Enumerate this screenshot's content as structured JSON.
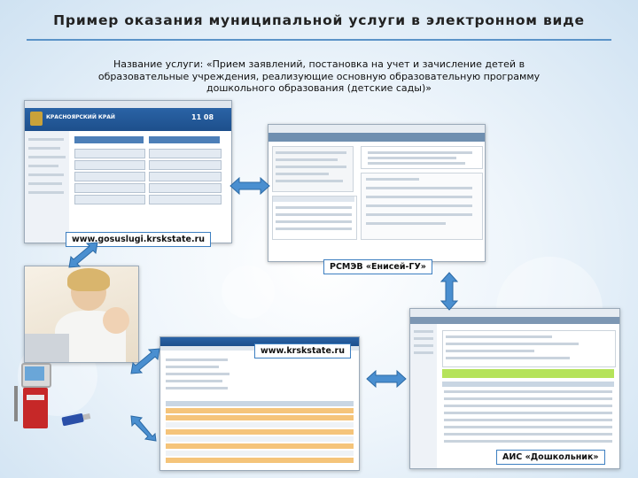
{
  "title": "Пример оказания муниципальной услуги в электронном виде",
  "subtitle_lines": [
    "Название услуги: «Прием заявлений, постановка на учет и зачисление детей в",
    "образовательные учреждения, реализующие основную образовательную программу",
    "дошкольного образования (детские сады)»"
  ],
  "labels": {
    "gosuslugi": "www.gosuslugi.krskstate.ru",
    "rsmev": "РСМЭВ «Енисей-ГУ»",
    "krskstate": "www.krskstate.ru",
    "ais": "АИС «Дошкольник»"
  },
  "gosuslugi_portal": {
    "region_title": "КРАСНОЯРСКИЙ КРАЙ",
    "date_display": "11 08"
  },
  "colors": {
    "accent": "#3d7fc1",
    "arrow_fill": "#4a8fd0",
    "portal_header": "#1d4f8c",
    "highlight_green": "#b5e35a",
    "highlight_orange": "#f5c47a"
  },
  "icons": [
    "mother-child-photo",
    "terminal-kiosk-icon",
    "usb-flash-drive-icon"
  ]
}
